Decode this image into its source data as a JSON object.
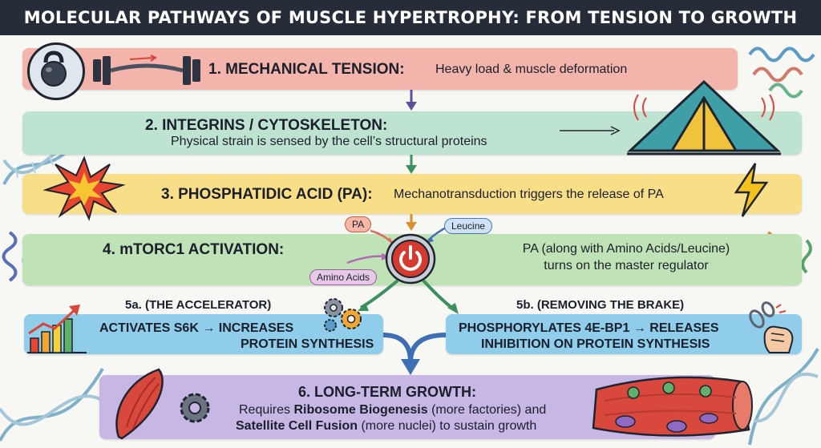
{
  "title": "MOLECULAR PATHWAYS OF MUSCLE HYPERTROPHY: FROM TENSION TO GROWTH",
  "colors": {
    "header_bg": "#262d38",
    "step1": "#f3b4ab",
    "step2": "#bfe3d1",
    "step3": "#f8df87",
    "step4": "#bfe3b6",
    "step5": "#8fcdea",
    "step6": "#c6b7e4",
    "arrow_purple": "#5d4e9e",
    "arrow_green": "#3c8f5e",
    "arrow_orange": "#d9902a",
    "arrow_blue": "#3e6fb4"
  },
  "steps": {
    "step1": {
      "title": "1. MECHANICAL TENSION:",
      "text": "Heavy load & muscle deformation"
    },
    "step2": {
      "title": "2. INTEGRINS / CYTOSKELETON:",
      "text": "Physical strain is sensed by the cell’s structural proteins"
    },
    "step3": {
      "title": "3. PHOSPHATIDIC ACID (PA):",
      "text": "Mechanotransduction triggers the release of PA"
    },
    "step4": {
      "title": "4. mTORC1 ACTIVATION:",
      "text_line1": "PA (along with Amino Acids/Leucine)",
      "text_line2": "turns on the master regulator",
      "inputs": {
        "pa": "PA",
        "leucine": "Leucine",
        "amino_acids": "Amino Acids"
      }
    },
    "step5a": {
      "heading": "5a. (THE ACCELERATOR)",
      "line1": "ACTIVATES S6K → INCREASES",
      "line2": "PROTEIN SYNTHESIS"
    },
    "step5b": {
      "heading": "5b. (REMOVING THE BRAKE)",
      "line1": "PHOSPHORYLATES 4E-BP1 → RELEASES",
      "line2": "INHIBITION ON PROTEIN SYNTHESIS"
    },
    "step6": {
      "title": "6. LONG-TERM GROWTH:",
      "line1_pre": "Requires ",
      "line1_bold": "Ribosome Biogenesis",
      "line1_post": " (more factories) and",
      "line2_bold": "Satellite Cell Fusion",
      "line2_post": " (more nuclei) to sustain growth"
    }
  },
  "icons": [
    "kettlebell-icon",
    "barbell-icon",
    "tent-icon",
    "explosion-icon",
    "lightning-icon",
    "power-button-icon",
    "bar-chart-growth-icon",
    "gears-icon",
    "broken-chain-fist-icon",
    "muscle-icon",
    "gear-icon",
    "muscle-fiber-icon",
    "dna-helix-icon",
    "protein-structure-icon"
  ]
}
